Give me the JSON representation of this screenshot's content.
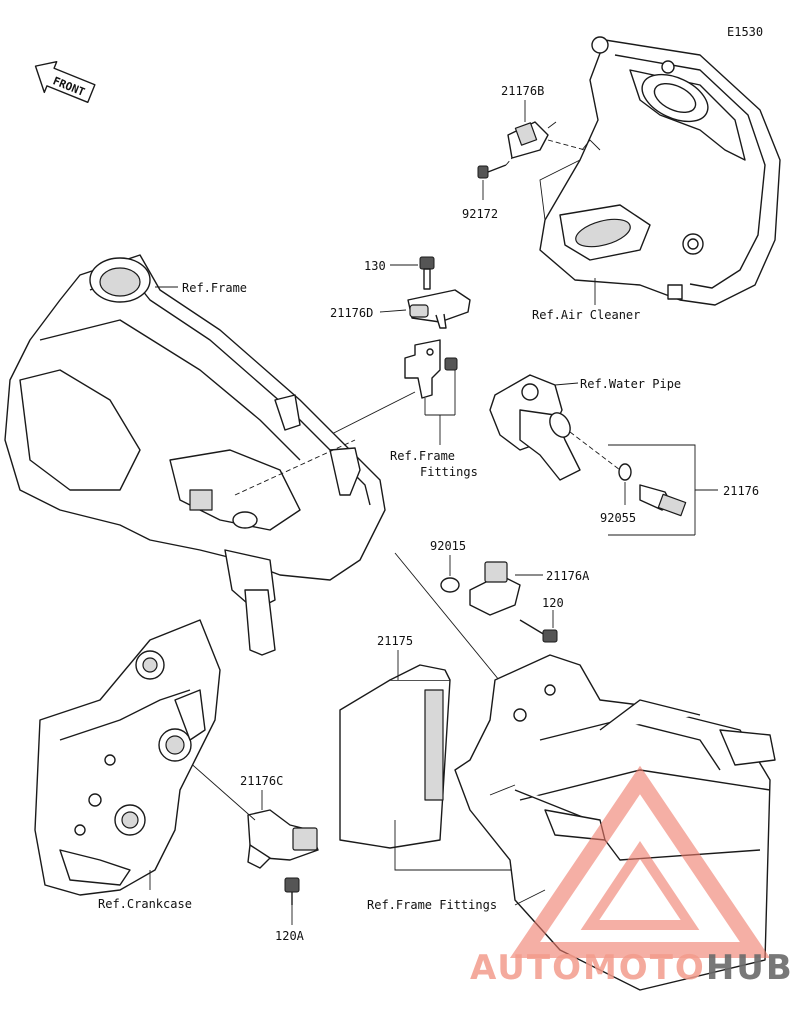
{
  "diagram_code": "E1530",
  "front_label": "FRONT",
  "callouts": {
    "p21176B": "21176B",
    "p92172": "92172",
    "p130": "130",
    "p21176D": "21176D",
    "ref_frame": "Ref.Frame",
    "ref_air_cleaner": "Ref.Air Cleaner",
    "ref_water_pipe": "Ref.Water Pipe",
    "ref_frame_fittings_1": "Ref.Frame",
    "ref_frame_fittings_2": "Fittings",
    "p21176": "21176",
    "p92055": "92055",
    "p92015": "92015",
    "p21176A": "21176A",
    "p120": "120",
    "p21175": "21175",
    "p21176C": "21176C",
    "ref_crankcase": "Ref.Crankcase",
    "ref_frame_fittings_bottom": "Ref.Frame Fittings",
    "p120A": "120A"
  },
  "watermark": {
    "part1": "AUTOMOTO",
    "part2": "HUB",
    "color_primary": "#f39c8c",
    "color_secondary": "#6a6a6a"
  }
}
